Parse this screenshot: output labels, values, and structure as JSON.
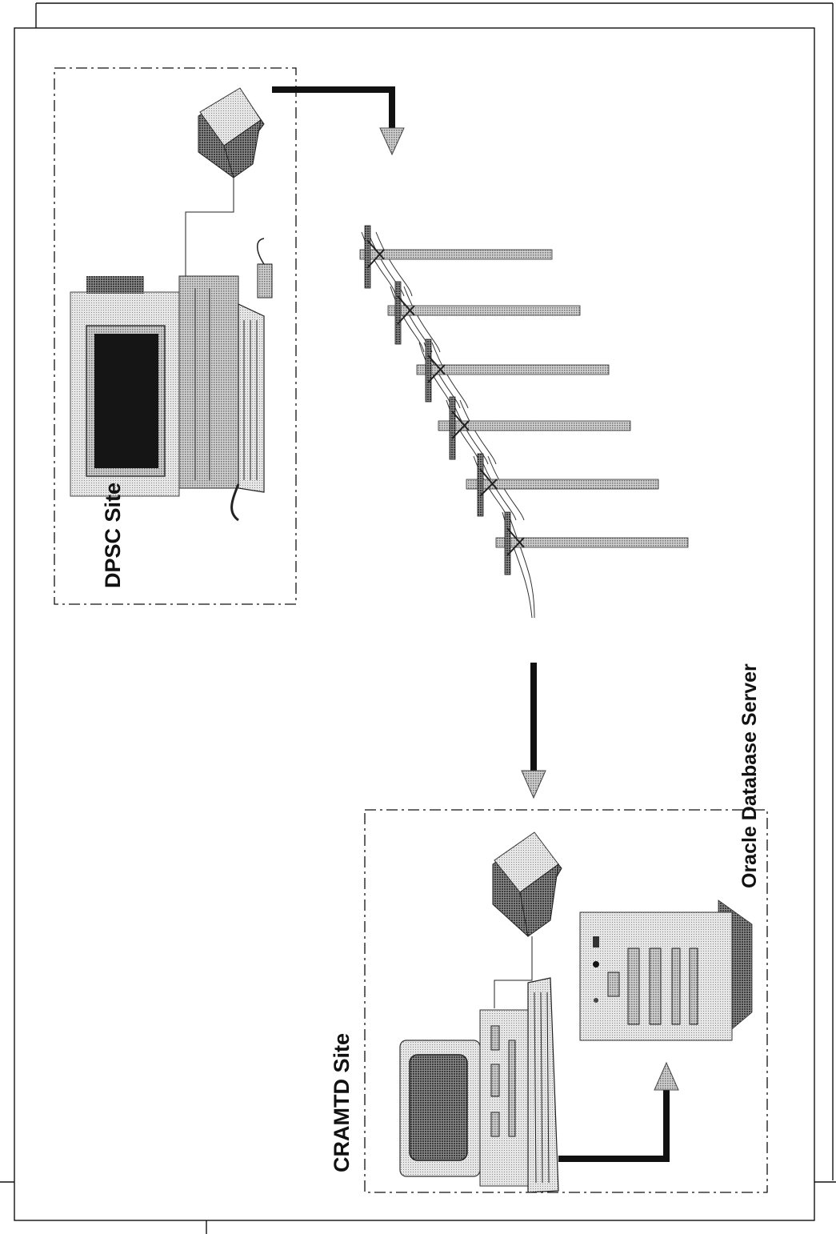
{
  "labels": {
    "dpsc_site": "DPSC Site",
    "cramtd_site": "CRAMTD Site",
    "oracle_server": "Oracle Database Server"
  },
  "diagram": {
    "sites": [
      {
        "name": "DPSC Site",
        "components": [
          "workstation-computer",
          "modem"
        ]
      },
      {
        "name": "CRAMTD Site",
        "components": [
          "workstation-computer",
          "modem",
          "database-server"
        ]
      }
    ],
    "connections": [
      {
        "from": "DPSC Site modem",
        "to": "telephone-line"
      },
      {
        "from": "telephone-line",
        "to": "CRAMTD Site modem"
      },
      {
        "from": "CRAMTD Site workstation",
        "to": "Oracle Database Server"
      }
    ],
    "telephone_poles": 6
  },
  "colors": {
    "ink": "#111111",
    "shade": "#9a9a9a",
    "light_shade": "#d4d4d4"
  }
}
